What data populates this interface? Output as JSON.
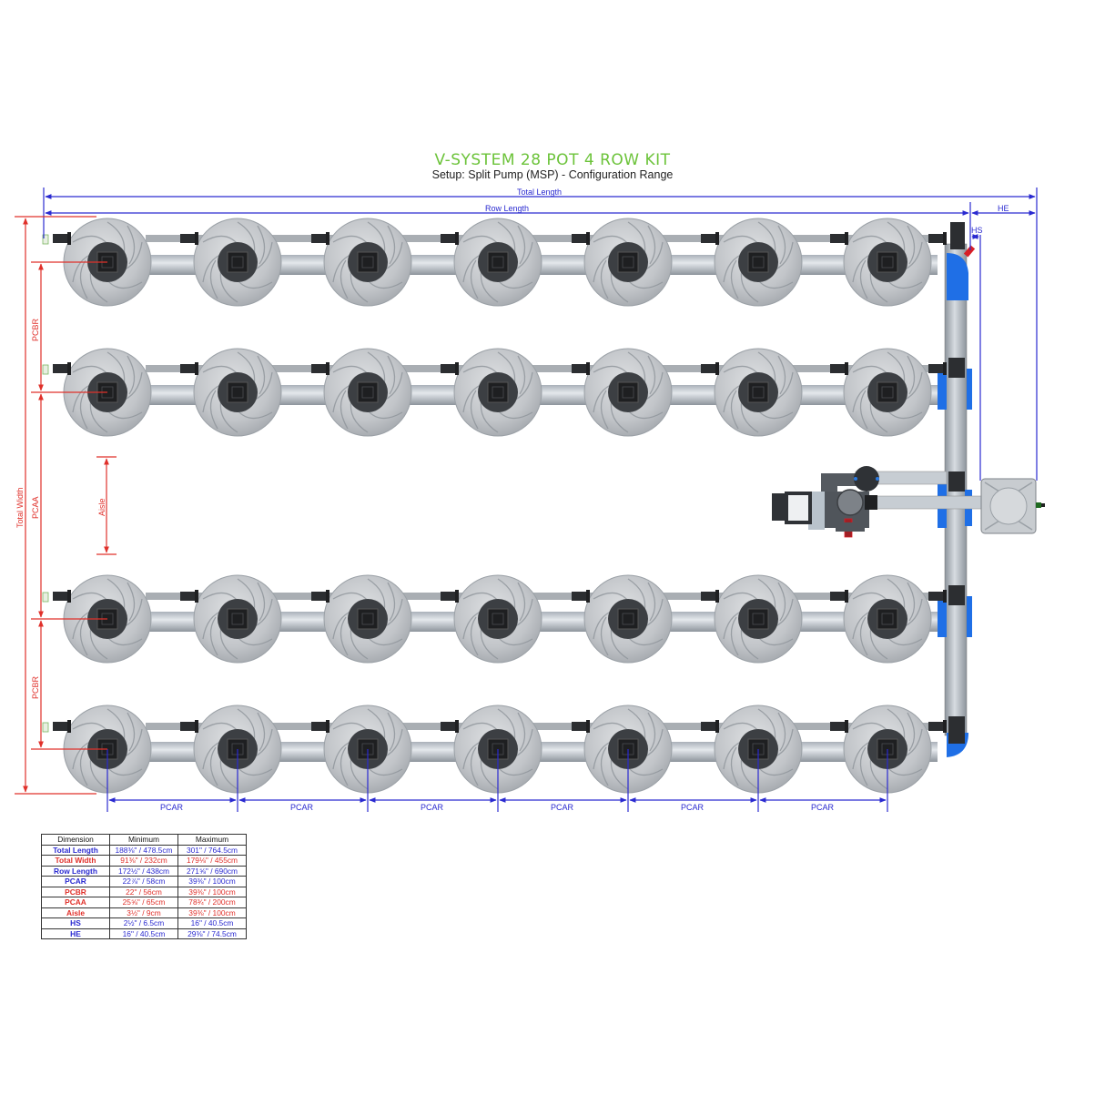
{
  "header": {
    "title": "V-SYSTEM 28 POT 4 ROW KIT",
    "subtitle": "Setup: Split Pump (MSP) - Configuration Range"
  },
  "colors": {
    "title_green": "#6cc33a",
    "dimension_blue": "#2a2ad0",
    "dimension_red": "#e0302a",
    "fitting_blue": "#1f6fe6",
    "pot_grey": "#c4c7cb"
  },
  "diagram": {
    "labels": {
      "total_length": "Total Length",
      "row_length": "Row Length",
      "he": "HE",
      "hs": "HS",
      "total_width": "Total Width",
      "pcbr_top": "PCBR",
      "pcaa": "PCAA",
      "aisle": "Aisle",
      "pcbr_bottom": "PCBR",
      "pcar": [
        "PCAR",
        "PCAR",
        "PCAR",
        "PCAR",
        "PCAR",
        "PCAR"
      ]
    },
    "rows": 4,
    "pots_per_row": 7,
    "total_pots": 28,
    "components": [
      "pots",
      "manifold-pipe",
      "split-pump",
      "reservoir-tank",
      "valve"
    ]
  },
  "table": {
    "headers": [
      "Dimension",
      "Minimum",
      "Maximum"
    ],
    "rows": [
      {
        "name": "Total Length",
        "min": "188⅜\" / 478.5cm",
        "max": "301\" / 764.5cm",
        "color": "blue"
      },
      {
        "name": "Total Width",
        "min": "91⅜\" / 232cm",
        "max": "179⅛\" / 455cm",
        "color": "red"
      },
      {
        "name": "Row Length",
        "min": "172½\" / 438cm",
        "max": "271⅝\" / 690cm",
        "color": "blue"
      },
      {
        "name": "PCAR",
        "min": "22⅞\" / 58cm",
        "max": "39⅜\" / 100cm",
        "color": "blue"
      },
      {
        "name": "PCBR",
        "min": "22\" / 56cm",
        "max": "39⅜\" / 100cm",
        "color": "red"
      },
      {
        "name": "PCAA",
        "min": "25⅝\" / 65cm",
        "max": "78¾\" / 200cm",
        "color": "red"
      },
      {
        "name": "Aisle",
        "min": "3½\" / 9cm",
        "max": "39⅜\" / 100cm",
        "color": "red"
      },
      {
        "name": "HS",
        "min": "2½\" / 6.5cm",
        "max": "16\" / 40.5cm",
        "color": "blue"
      },
      {
        "name": "HE",
        "min": "16\" / 40.5cm",
        "max": "29⅜\" / 74.5cm",
        "color": "blue"
      }
    ]
  }
}
